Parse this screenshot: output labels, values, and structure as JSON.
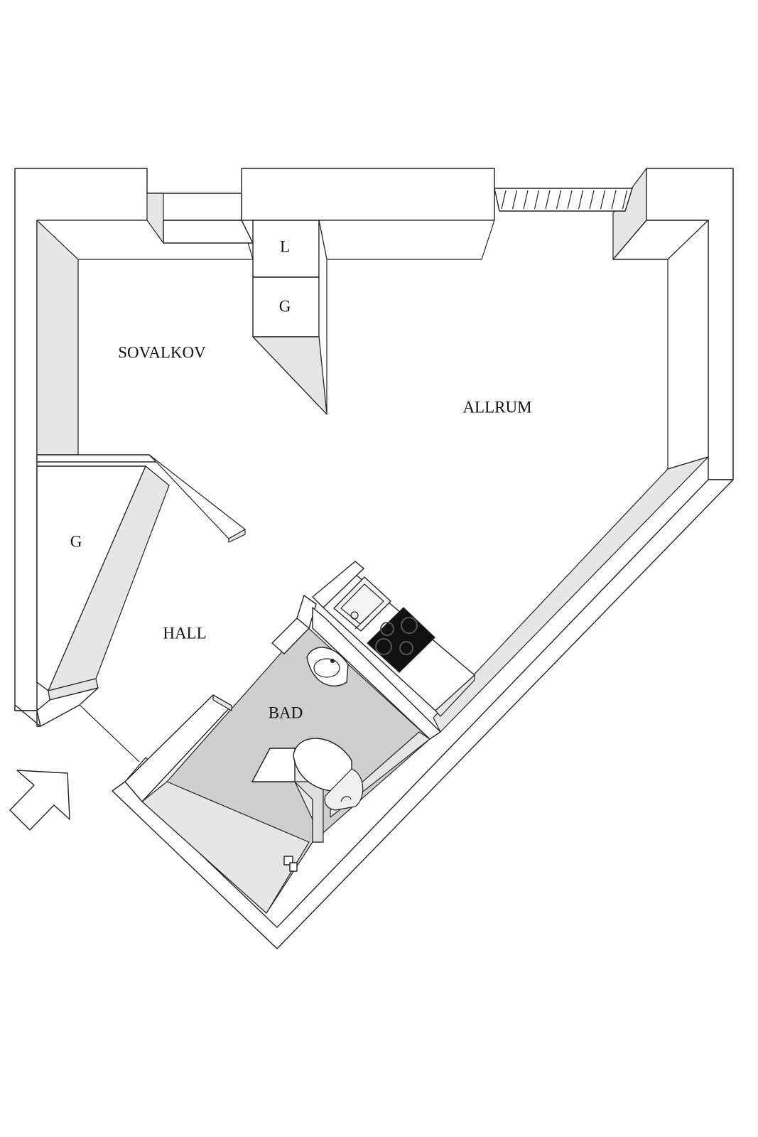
{
  "rooms": {
    "sovalkov": "SOVALKOV",
    "allrum": "ALLRUM",
    "hall": "HALL",
    "bad": "BAD",
    "linen": "L",
    "closet_top": "G",
    "closet_hall": "G"
  },
  "colors": {
    "wall_top": "#ffffff",
    "wall_side": "#e6e6e6",
    "bath_floor": "#cfcfcf",
    "stove": "#111111",
    "outline": "#222222"
  },
  "icons": [
    "entrance-arrow-icon",
    "sink-icon",
    "stove-icon",
    "washbasin-icon",
    "toilet-icon",
    "shower-icon",
    "balcony-railing-icon"
  ]
}
